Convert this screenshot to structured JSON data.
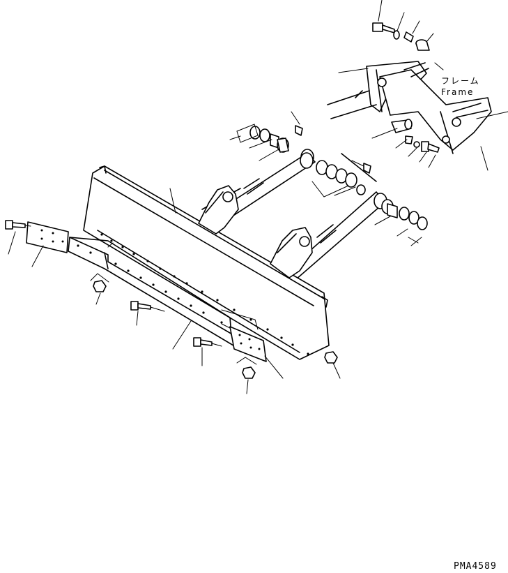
{
  "labels": {
    "frame_jp": "フレーム",
    "frame_en": "Frame"
  },
  "drawing_code": "PMA4589"
}
